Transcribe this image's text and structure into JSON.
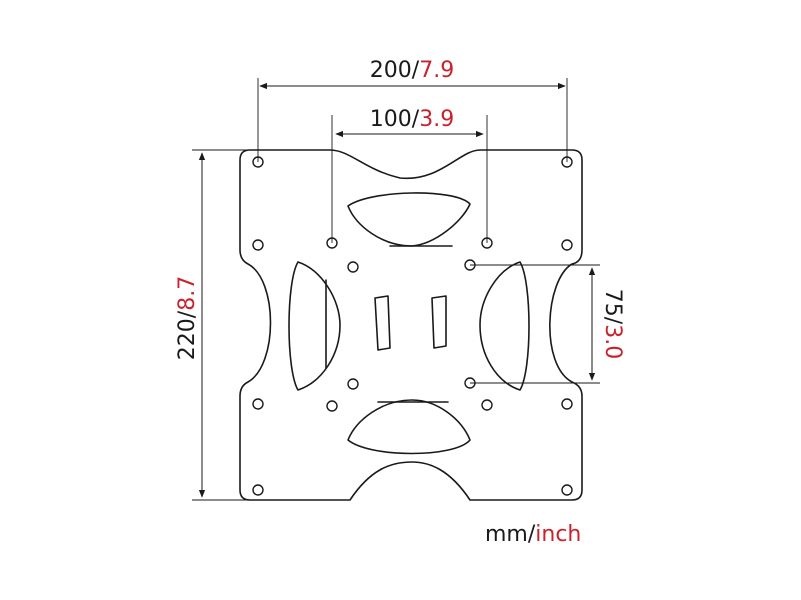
{
  "dimensions": {
    "width_outer": {
      "mm": "200/",
      "inch": "7.9"
    },
    "width_inner": {
      "mm": "100/",
      "inch": "3.9"
    },
    "height_outer": {
      "mm": "220/",
      "inch": "8.7"
    },
    "height_inner": {
      "mm": "75/",
      "inch": "3.0"
    }
  },
  "units": {
    "mm": "mm/",
    "inch": "inch"
  },
  "colors": {
    "line": "#1a1a1a",
    "accent": "#c8232c"
  }
}
